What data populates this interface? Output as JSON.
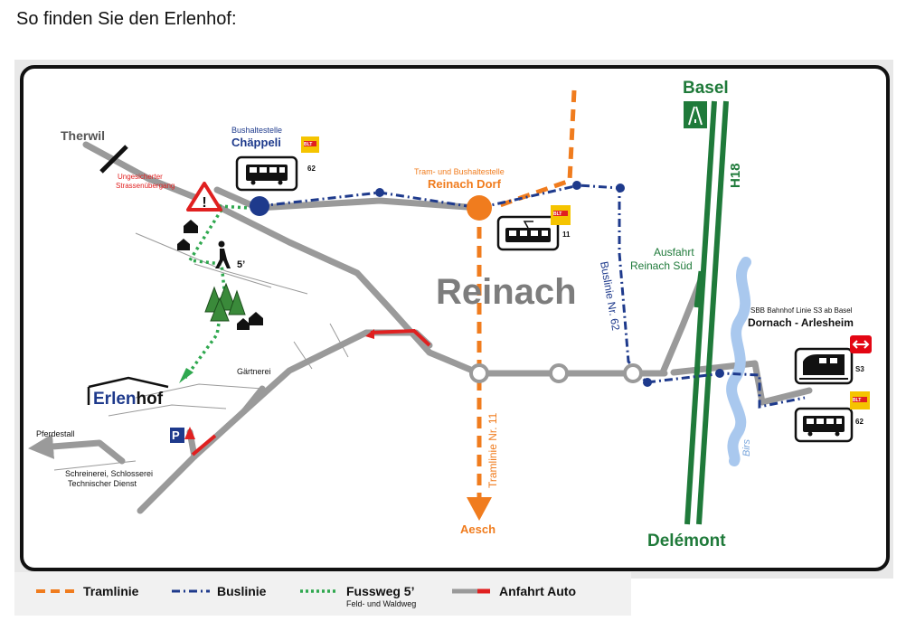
{
  "heading": "So finden Sie den Erlenhof:",
  "places": {
    "therwil": "Therwil",
    "basel": "Basel",
    "delemont": "Delémont",
    "aesch": "Aesch",
    "reinach": "Reinach",
    "erlenhof_prefix": "Erlen",
    "erlenhof_suffix": "hof",
    "pferdestall": "Pferdestall",
    "gaertnerei": "Gärtnerei",
    "schreinerei_line1": "Schreinerei, Schlosserei",
    "schreinerei_line2": "Technischer Dienst",
    "birs": "Birs",
    "h18": "H18",
    "ausfahrt_line1": "Ausfahrt",
    "ausfahrt_line2": "Reinach Süd"
  },
  "stops": {
    "chaeppeli_caption": "Bushaltestelle",
    "chaeppeli_name": "Chäppeli",
    "chaeppeli_line": "62",
    "reinach_dorf_caption": "Tram- und Bushaltestelle",
    "reinach_dorf_name": "Reinach Dorf",
    "reinach_dorf_line": "11",
    "dornach_caption": "SBB Bahnhof Linie S3 ab Basel",
    "dornach_name": "Dornach - Arlesheim",
    "dornach_train_line": "S3",
    "dornach_bus_line": "62",
    "blt_badge": "BLT"
  },
  "crossing": {
    "line1": "Ungesicherter",
    "line2": "Strassenübergang"
  },
  "walk": {
    "time": "5’"
  },
  "parking": "P",
  "route_labels": {
    "tram": "Tramlinie Nr. 11",
    "bus": "Buslinie Nr. 62"
  },
  "legend": {
    "tram": "Tramlinie",
    "bus": "Buslinie",
    "walk": "Fussweg 5’",
    "walk_sub": "Feld- und Waldweg",
    "car": "Anfahrt Auto"
  },
  "colors": {
    "tram": "#f07c1e",
    "bus": "#1e3a8c",
    "walk": "#2fa84f",
    "car": "#e02020",
    "road": "#9a9a9a",
    "motorway": "#1f7a3a",
    "river": "#a9c8ee",
    "sbb_red": "#e30613",
    "blt_yellow": "#f5c400"
  }
}
